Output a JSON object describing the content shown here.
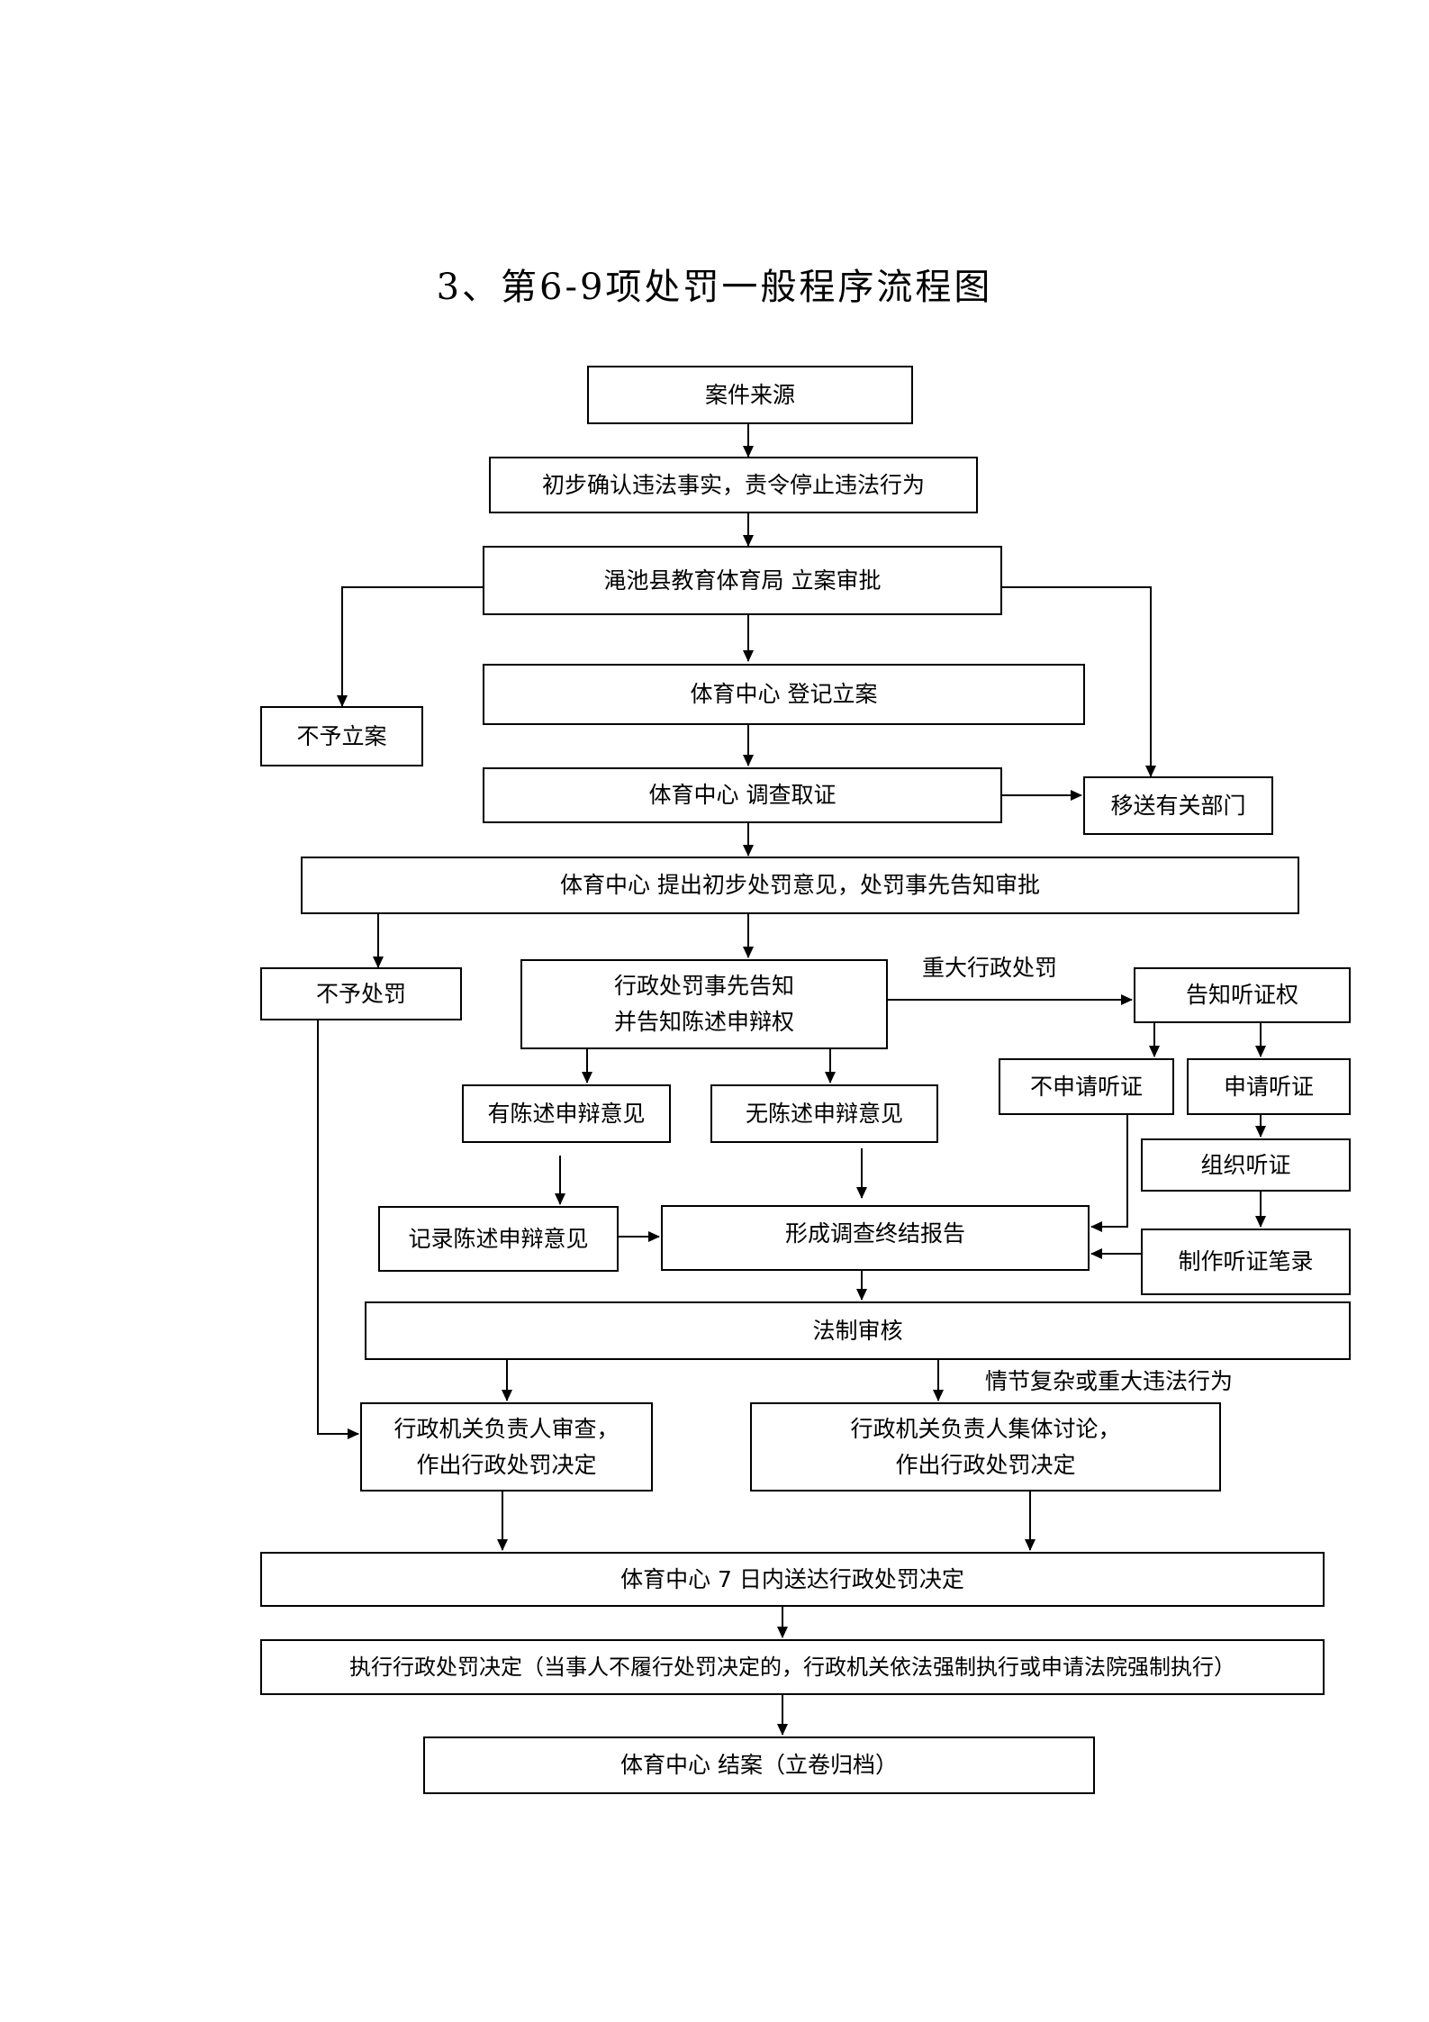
{
  "title": "3、第6-9项处罚一般程序流程图",
  "nodes": {
    "case_source": "案件来源",
    "preliminary": "初步确认违法事实，责令停止违法行为",
    "approval": "渑池县教育体育局  立案审批",
    "no_case": "不予立案",
    "register": "体育中心  登记立案",
    "investigate": "体育中心    调查取证",
    "transfer": "移送有关部门",
    "initial_opinion": "体育中心  提出初步处罚意见，处罚事先告知审批",
    "no_penalty": "不予处罚",
    "prior_notice": [
      "行政处罚事先告知",
      "并告知陈述申辩权"
    ],
    "hearing_right": "告知听证权",
    "no_hearing": "不申请听证",
    "apply_hearing": "申请听证",
    "organize_hearing": "组织听证",
    "hearing_record": "制作听证笔录",
    "has_statement": "有陈述申辩意见",
    "no_statement": "无陈述申辩意见",
    "record_statement": "记录陈述申辩意见",
    "report": "形成调查终结报告",
    "legal_review": "法制审核",
    "head_review": [
      "行政机关负责人审查，",
      "作出行政处罚决定"
    ],
    "collective": [
      "行政机关负责人集体讨论，",
      "作出行政处罚决定"
    ],
    "deliver": "体育中心 7 日内送达行政处罚决定",
    "execute": "执行行政处罚决定（当事人不履行处罚决定的，行政机关依法强制执行或申请法院强制执行）",
    "close": "体育中心  结案（立卷归档）"
  },
  "labels": {
    "major_penalty": "重大行政处罚",
    "complex_case": "情节复杂或重大违法行为"
  }
}
